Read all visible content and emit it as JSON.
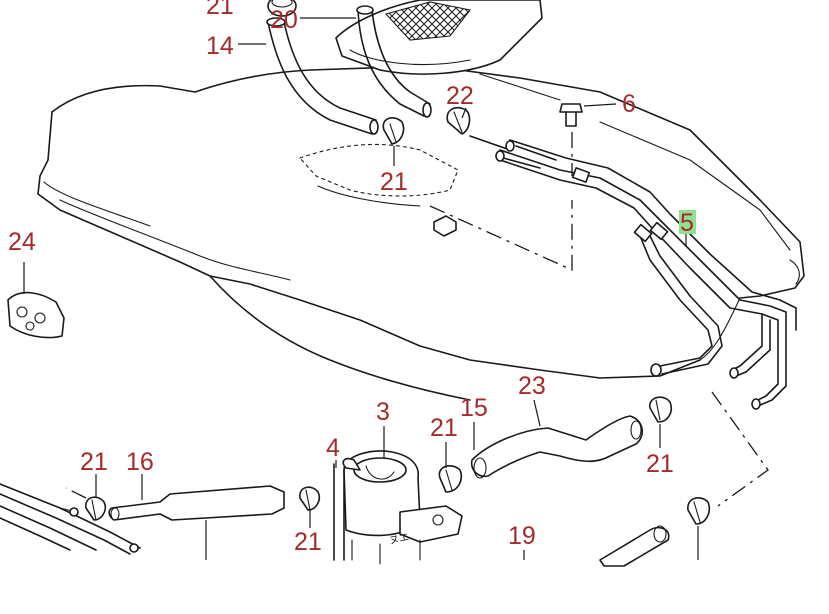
{
  "diagram": {
    "labels": {
      "p21_top": "21",
      "p20": "20",
      "p14": "14",
      "p22": "22",
      "p6": "6",
      "p21_mid": "21",
      "p5": "5",
      "p24": "24",
      "p3": "3",
      "p15": "15",
      "p23": "23",
      "p21_center": "21",
      "p21_right": "21",
      "p4": "4",
      "p21_left": "21",
      "p16": "16",
      "p21_bottom": "21",
      "p19": "19"
    },
    "highlighted_part": "5",
    "colors": {
      "label": "#a52a2a",
      "highlight": "#8fe08f",
      "line": "#1a1a1a"
    }
  }
}
